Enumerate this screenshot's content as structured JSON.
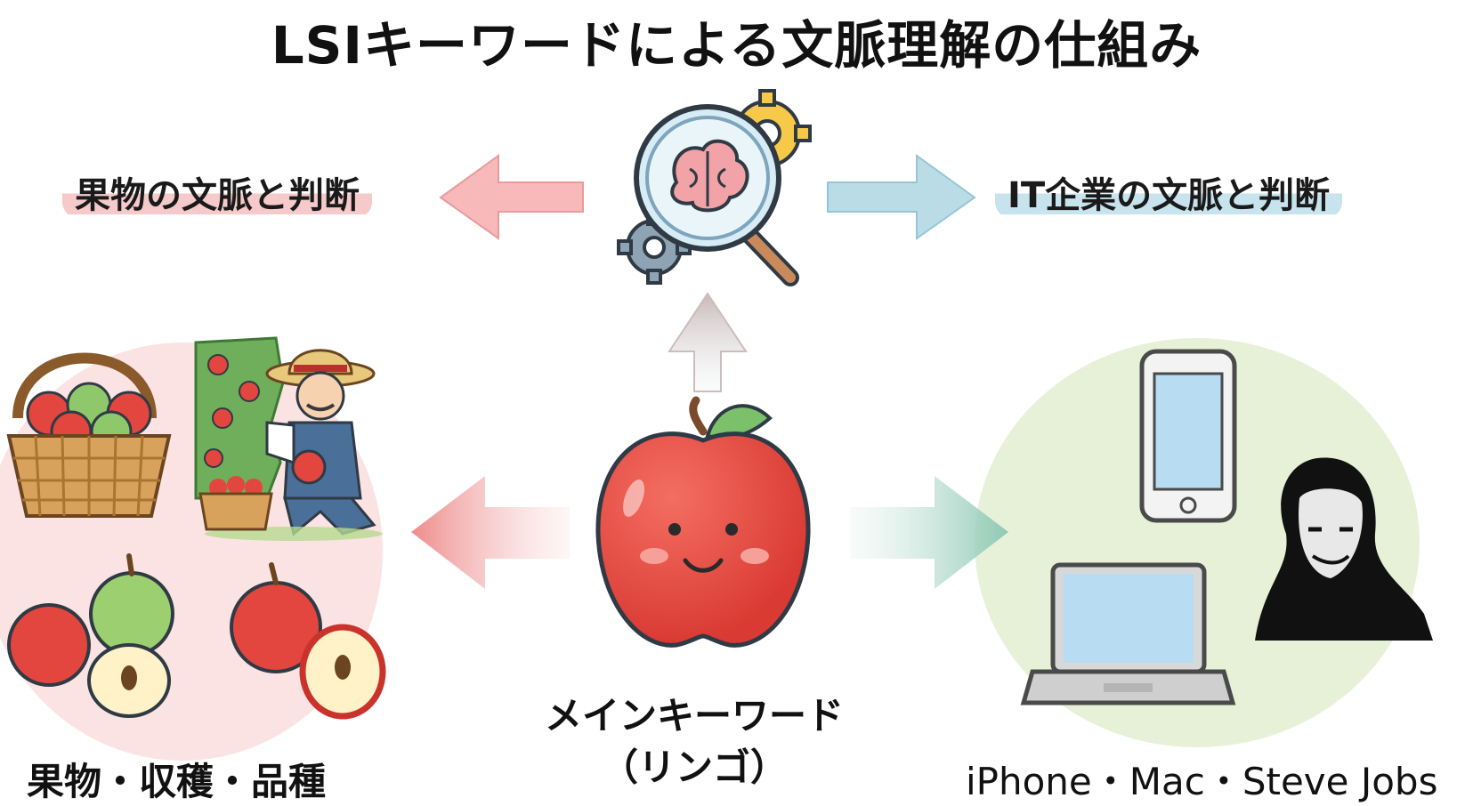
{
  "title": "LSIキーワードによる文脈理解の仕組み",
  "context_left": "果物の文脈と判断",
  "context_right": "IT企業の文脈と判断",
  "main_keyword": {
    "line1": "メインキーワード",
    "line2": "（リンゴ）"
  },
  "group_left_caption": "果物・収穫・品種",
  "group_right_caption": "iPhone・Mac・Steve Jobs",
  "colors": {
    "left_accent": "#f4a9a9",
    "right_accent": "#a9d4e3",
    "apple_red": "#e2463f",
    "left_bg": "#fbe3e3",
    "right_bg": "#e7f1d8"
  },
  "icons": [
    "magnifier-brain-icon",
    "gear-icon",
    "apple-mascot-icon",
    "apple-basket-icon",
    "farmer-icon",
    "apple-tree-icon",
    "smartphone-icon",
    "laptop-icon",
    "person-portrait-icon"
  ]
}
